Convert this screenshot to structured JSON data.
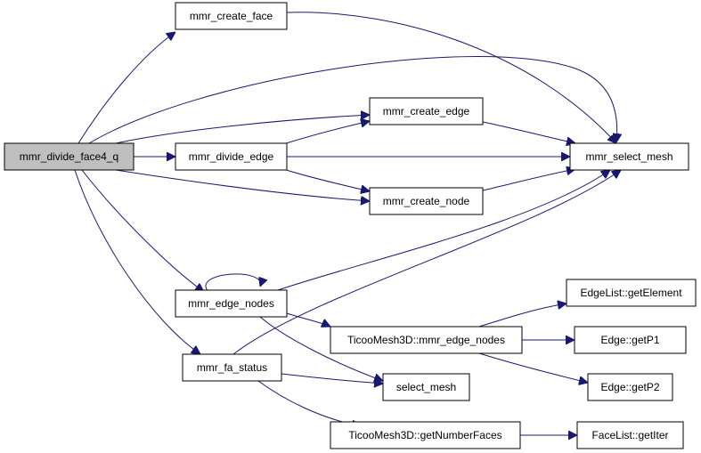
{
  "graph": {
    "colors": {
      "edge": "#191970",
      "root_fill": "#bfbfbf",
      "node_fill": "#ffffff",
      "border": "#000000"
    },
    "nodes": {
      "root": "mmr_divide_face4_q",
      "create_face": "mmr_create_face",
      "create_edge": "mmr_create_edge",
      "divide_edge": "mmr_divide_edge",
      "select_mesh_main": "mmr_select_mesh",
      "create_node": "mmr_create_node",
      "edge_nodes": "mmr_edge_nodes",
      "fa_status": "mmr_fa_status",
      "ticoo_edge_nodes": "TicooMesh3D::mmr_edge_nodes",
      "select_mesh": "select_mesh",
      "ticoo_num_faces": "TicooMesh3D::getNumberFaces",
      "edgelist_getelement": "EdgeList::getElement",
      "edge_getp1": "Edge::getP1",
      "edge_getp2": "Edge::getP2",
      "facelist_getiter": "FaceList::getIter"
    }
  }
}
